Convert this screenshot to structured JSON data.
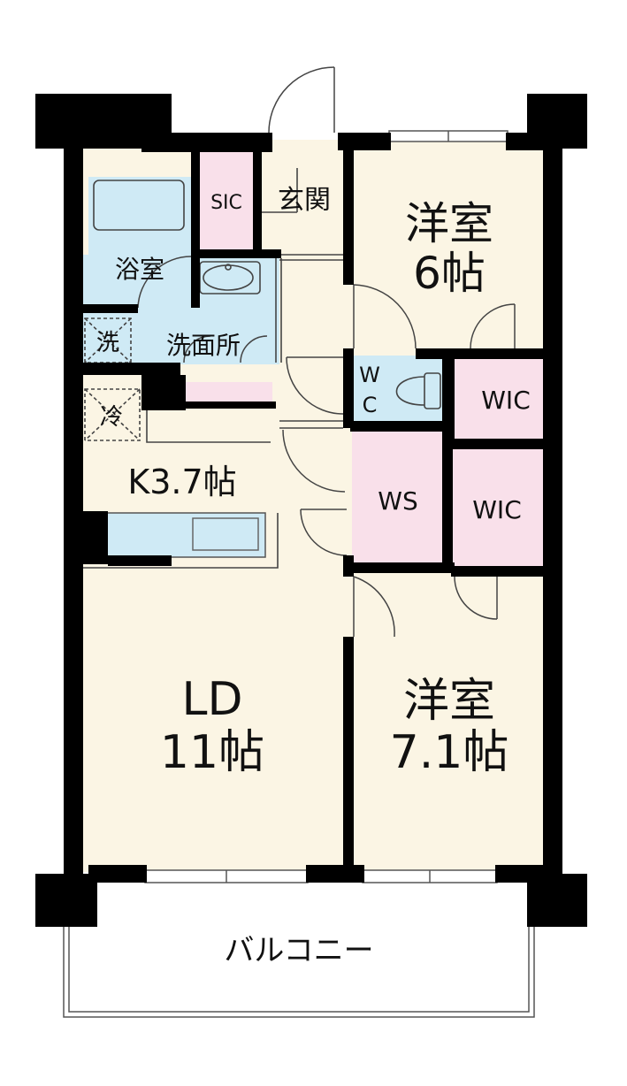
{
  "colors": {
    "room_cream": "#fbf5e4",
    "bath_blue": "#cfeaf5",
    "closet_pink": "#f9e0ea",
    "wall": "#000000",
    "line": "#333333"
  },
  "rooms": {
    "sic": "SIC",
    "entrance": "玄関",
    "bedroom1_name": "洋室",
    "bedroom1_size": "6帖",
    "bath": "浴室",
    "washer": "洗",
    "washroom": "洗面所",
    "toilet_w": "W",
    "toilet_c": "C",
    "wic1": "WIC",
    "fridge": "冷",
    "kitchen": "K3.7帖",
    "ws": "WS",
    "wic2": "WIC",
    "ld_name": "LD",
    "ld_size": "11帖",
    "bedroom2_name": "洋室",
    "bedroom2_size": "7.1帖",
    "balcony": "バルコニー"
  }
}
